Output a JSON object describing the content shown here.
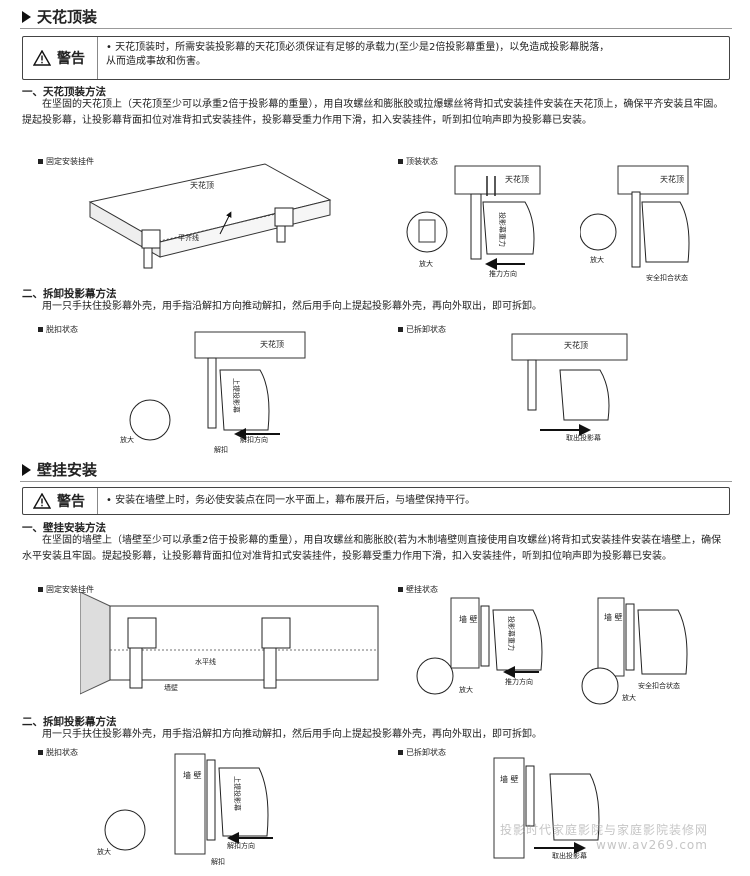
{
  "section1": {
    "title": "天花顶装",
    "warning_label": "警告",
    "warning_text": "• 天花顶装时，所需安装投影幕的天花顶必须保证有足够的承载力(至少是2倍投影幕重量)，以免造成投影幕脱落，\n  从而造成事故和伤害。",
    "install_heading": "一、天花顶装方法",
    "install_text": "在坚固的天花顶上（天花顶至少可以承重2倍于投影幕的重量），用自攻螺丝和膨胀胶或拉爆螺丝将背扣式安装挂件安装在天花顶上，确保平齐安装且牢固。提起投影幕，让投影幕背面扣位对准背扣式安装挂件，投影幕受重力作用下滑，扣入安装挂件，听到扣位响声即为投影幕已安装。",
    "cap_fix": "固定安装挂件",
    "cap_state": "顶装状态",
    "ceiling": "天花顶",
    "level_line": "平齐线",
    "enlarge": "放大",
    "push_dir": "推力方向",
    "gravity": "投影幕重力",
    "lock_state": "安全扣合状态",
    "remove_heading": "二、拆卸投影幕方法",
    "remove_text": "用一只手扶住投影幕外壳，用手指沿解扣方向推动解扣，然后用手向上提起投影幕外壳，再向外取出，即可拆卸。",
    "cap_unlock": "脱扣状态",
    "cap_removed": "已拆卸状态",
    "lift_up": "上提投影幕",
    "unlock_dir": "解扣方向",
    "unlock": "解扣",
    "take_out": "取出投影幕"
  },
  "section2": {
    "title": "壁挂安装",
    "warning_label": "警告",
    "warning_text": "• 安装在墙壁上时，务必使安装点在同一水平面上，幕布展开后，与墙壁保持平行。",
    "install_heading": "一、壁挂安装方法",
    "install_text": "在坚固的墙壁上（墙壁至少可以承重2倍于投影幕的重量），用自攻螺丝和膨胀胶(若为木制墙壁则直接使用自攻螺丝)将背扣式安装挂件安装在墙壁上，确保水平安装且牢固。提起投影幕，让投影幕背面扣位对准背扣式安装挂件，投影幕受重力作用下滑，扣入安装挂件，听到扣位响声即为投影幕已安装。",
    "cap_fix": "固定安装挂件",
    "cap_state": "壁挂状态",
    "wall": "墙壁",
    "wall_v": "墙\n壁",
    "level_line": "水平线",
    "enlarge": "放大",
    "push_dir": "推力方向",
    "gravity": "投影幕重力",
    "lock_state": "安全扣合状态",
    "remove_heading": "二、拆卸投影幕方法",
    "remove_text": "用一只手扶住投影幕外壳，用手指沿解扣方向推动解扣，然后用手向上提起投影幕外壳，再向外取出，即可拆卸。",
    "cap_unlock": "脱扣状态",
    "cap_removed": "已拆卸状态",
    "lift_up": "上提投影幕",
    "unlock_dir": "解扣方向",
    "unlock": "解扣",
    "take_out": "取出投影幕"
  },
  "watermark": {
    "line1": "投影时代家庭影院与家庭影院装修网",
    "line2": "www.av269.com"
  }
}
